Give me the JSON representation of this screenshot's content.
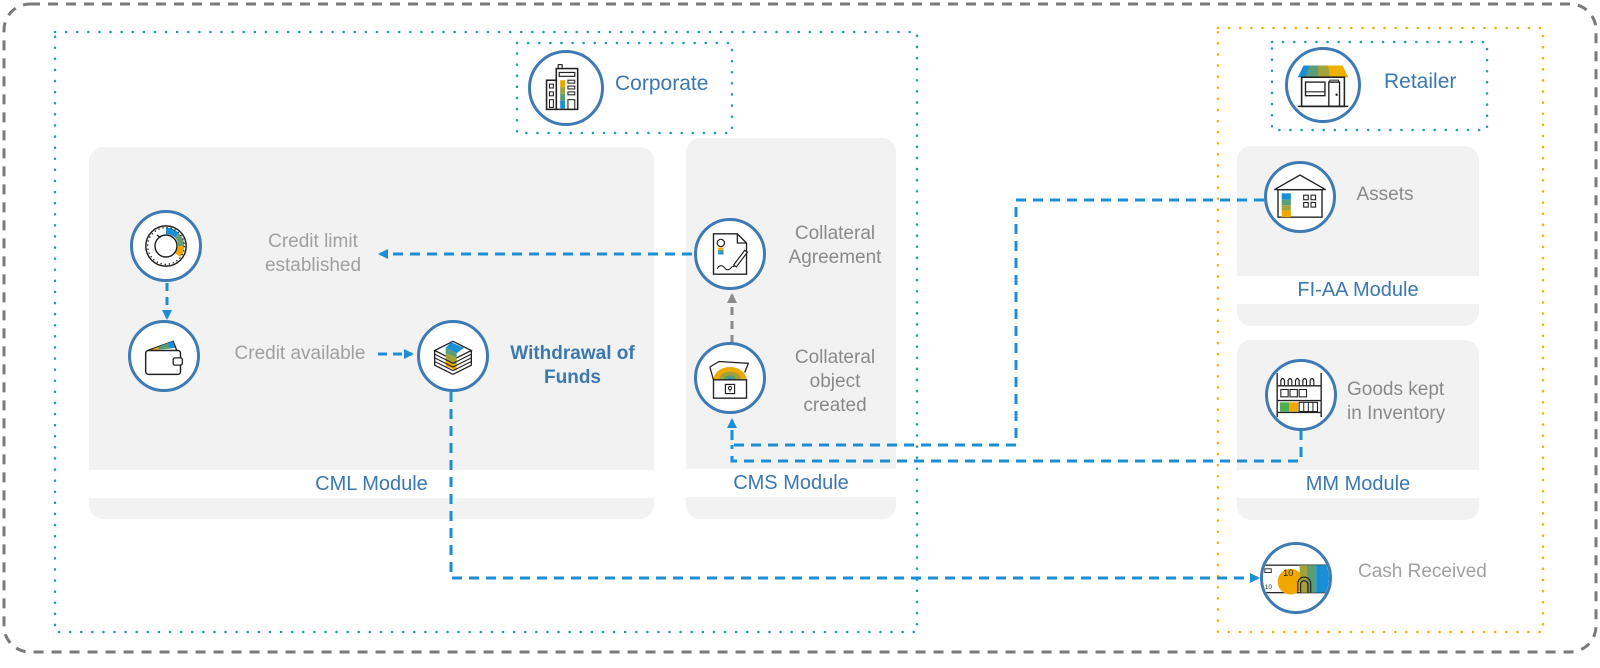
{
  "colors": {
    "accent_blue": "#3b78b0",
    "arrow_blue": "#1a8fd6",
    "arrow_grey": "#8a8a8a",
    "corporate_border": "#1f9ea3",
    "retailer_border": "#f0b000",
    "outer_border": "#7a7a7a",
    "panel_bg": "#f2f2f2"
  },
  "corporate": {
    "title": "Corporate",
    "icon": "office-building-icon"
  },
  "retailer": {
    "title": "Retailer",
    "icon": "storefront-icon"
  },
  "modules": {
    "cml": {
      "label": "CML Module",
      "steps": {
        "credit_limit": {
          "label_line1": "Credit limit",
          "label_line2": "established",
          "icon": "gauge-dial-icon"
        },
        "credit_available": {
          "label": "Credit available",
          "icon": "wallet-icon"
        },
        "withdrawal": {
          "label_line1": "Withdrawal of",
          "label_line2": "Funds",
          "icon": "cash-stack-icon"
        }
      }
    },
    "cms": {
      "label": "CMS Module",
      "steps": {
        "agreement": {
          "label_line1": "Collateral",
          "label_line2": "Agreement",
          "icon": "signed-document-icon"
        },
        "object": {
          "label_line1": "Collateral",
          "label_line2": "object",
          "label_line3": "created",
          "icon": "treasure-box-icon"
        }
      }
    },
    "fiaa": {
      "label": "FI-AA Module",
      "steps": {
        "assets": {
          "label": "Assets",
          "icon": "house-icon"
        }
      }
    },
    "mm": {
      "label": "MM Module",
      "steps": {
        "goods": {
          "label_line1": "Goods kept",
          "label_line2": "in Inventory",
          "icon": "shelf-inventory-icon"
        }
      }
    }
  },
  "cash_received": {
    "label": "Cash Received",
    "icon": "banknote-icon",
    "note_value": "10"
  }
}
